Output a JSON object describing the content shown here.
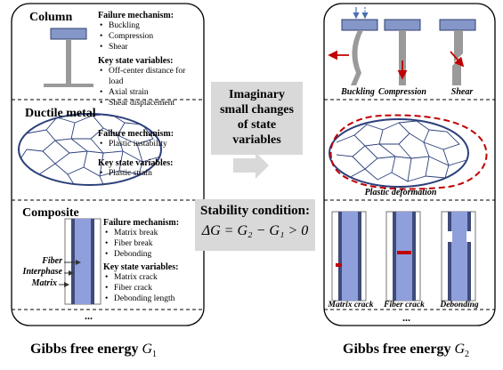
{
  "left_panel": {
    "column": {
      "title": "Column",
      "failure_label": "Failure mechanism:",
      "failure_items": [
        "Buckling",
        "Compression",
        "Shear"
      ],
      "state_label": "Key state variables:",
      "state_items": [
        "Off-center distance for load",
        "Axial strain",
        "Shear displacement"
      ]
    },
    "ductile": {
      "title": "Ductile metal",
      "failure_label": "Failure mechanism:",
      "failure_items": [
        "Plastic instability"
      ],
      "state_label": "Key state variables:",
      "state_items": [
        "Plastic strain"
      ]
    },
    "composite": {
      "title": "Composite",
      "failure_label": "Failure mechanism:",
      "failure_items": [
        "Matrix break",
        "Fiber break",
        "Debonding"
      ],
      "state_label": "Key state variables:",
      "state_items": [
        "Matrix crack",
        "Fiber crack",
        "Debonding length"
      ],
      "labels": {
        "fiber": "Fiber",
        "interphase": "Interphase",
        "matrix": "Matrix"
      }
    },
    "ellipsis": "...",
    "footer_text": "Gibbs free energy",
    "footer_symbol": "G",
    "footer_sub": "1"
  },
  "middle": {
    "box1_lines": [
      "Imaginary",
      "small changes",
      "of state",
      "variables"
    ],
    "box2_title": "Stability condition:",
    "box2_eq": "ΔG = G₂ − G₁ > 0"
  },
  "right_panel": {
    "column_captions": [
      "Buckling",
      "Compression",
      "Shear"
    ],
    "ductile_caption": "Plastic deformation",
    "composite_captions": [
      "Matrix crack",
      "Fiber crack",
      "Debonding"
    ],
    "ellipsis": "...",
    "footer_text": "Gibbs free energy",
    "footer_symbol": "G",
    "footer_sub": "2"
  },
  "colors": {
    "steel_blue": "#8497c8",
    "steel_outline": "#2f3f6f",
    "grain_line": "#2b3f7a",
    "arrow_red": "#c00000",
    "composite_fiber": "#8f9fdc",
    "composite_interphase": "#3f4b7a",
    "panel_grey": "#d9d9d9"
  }
}
